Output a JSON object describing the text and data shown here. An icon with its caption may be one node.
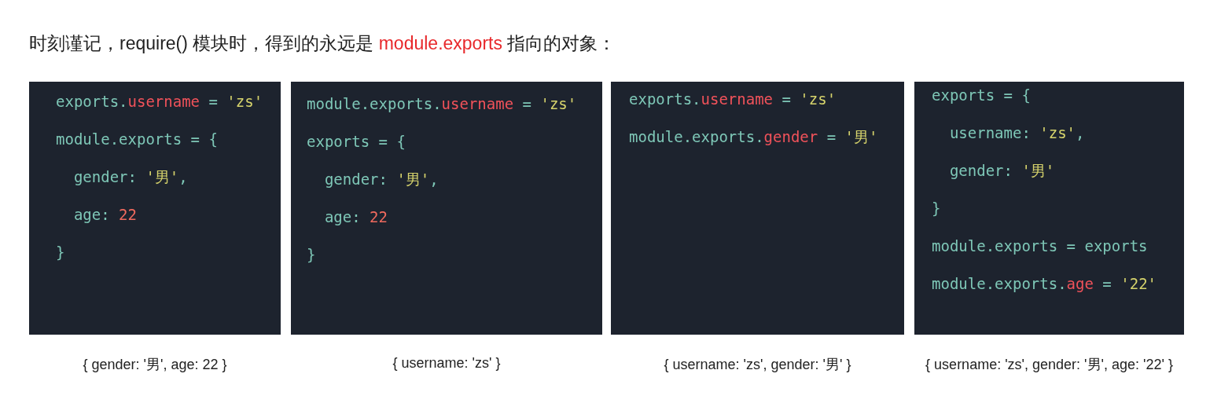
{
  "diagram": {
    "title": "时刻谨记，require() 模块时，得到的永远是 **module.exports** 指向的对象：",
    "nodes": [
      {
        "text": [
          "exports.**username** = 'zs'",
          "module.exports = {",
          "  gender: '男',",
          "  age: 22",
          "}"
        ],
        "beside": [
          "{ gender: '男', age: 22 }"
        ]
      },
      {
        "text": [
          "module.exports.**username** = 'zs'",
          "exports = {",
          "  gender: '男',",
          "  age: 22",
          "}"
        ],
        "beside": [
          "{ username: 'zs' }"
        ]
      },
      {
        "text": [
          "exports.**username** = 'zs'",
          "module.exports.**gender** = '男'"
        ],
        "beside": [
          "{ username: 'zs', gender: '男' }"
        ]
      },
      {
        "text": [
          "exports = {",
          "  username: 'zs',",
          "  gender: '男'",
          "}",
          "module.exports = exports",
          "module.exports.**age** = '22'"
        ],
        "beside": [
          "{ username: 'zs', gender: '男', age: '22' }"
        ]
      }
    ]
  }
}
